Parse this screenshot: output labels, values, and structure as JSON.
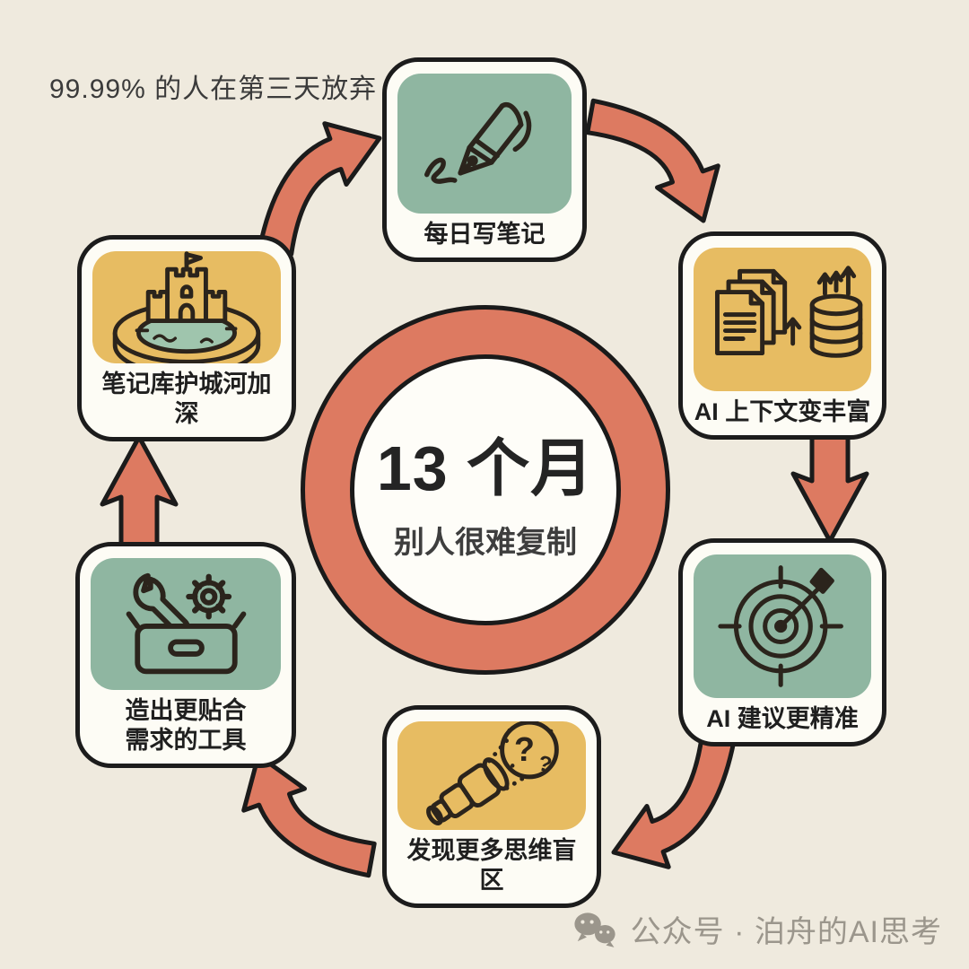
{
  "page": {
    "background_color": "#efeade",
    "ink_color": "#1c1c1c",
    "card_color": "#fdfcf5"
  },
  "tagline": "99.99% 的人在第三天放弃",
  "center_badge": {
    "title": "13 个月",
    "subtitle": "别人很难复制",
    "ring_color": "#dd7a61",
    "inner_color": "#fefdf8"
  },
  "cycle_nodes": [
    {
      "label": "每日写笔记",
      "icon": "fountain-pen-icon",
      "tile_color": "#8fb6a1"
    },
    {
      "label": "AI 上下文变丰富",
      "icon": "documents-database-icon",
      "tile_color": "#e7bc62"
    },
    {
      "label": "AI 建议更精准",
      "icon": "target-dart-icon",
      "tile_color": "#8fb6a1"
    },
    {
      "label": "发现更多思维盲区",
      "icon": "telescope-question-icon",
      "tile_color": "#e7bc62"
    },
    {
      "label": "造出更贴合\n需求的工具",
      "icon": "toolbox-icon",
      "tile_color": "#8fb6a1"
    },
    {
      "label": "笔记库护城河加深",
      "icon": "castle-moat-icon",
      "tile_color": "#e7bc62"
    }
  ],
  "arrows": {
    "color": "#dd7a61",
    "water_color": "#9fc5ad"
  },
  "watermark": {
    "text": "公众号 · 泊舟的AI思考",
    "icon": "wechat-icon",
    "color": "#9b968c"
  }
}
